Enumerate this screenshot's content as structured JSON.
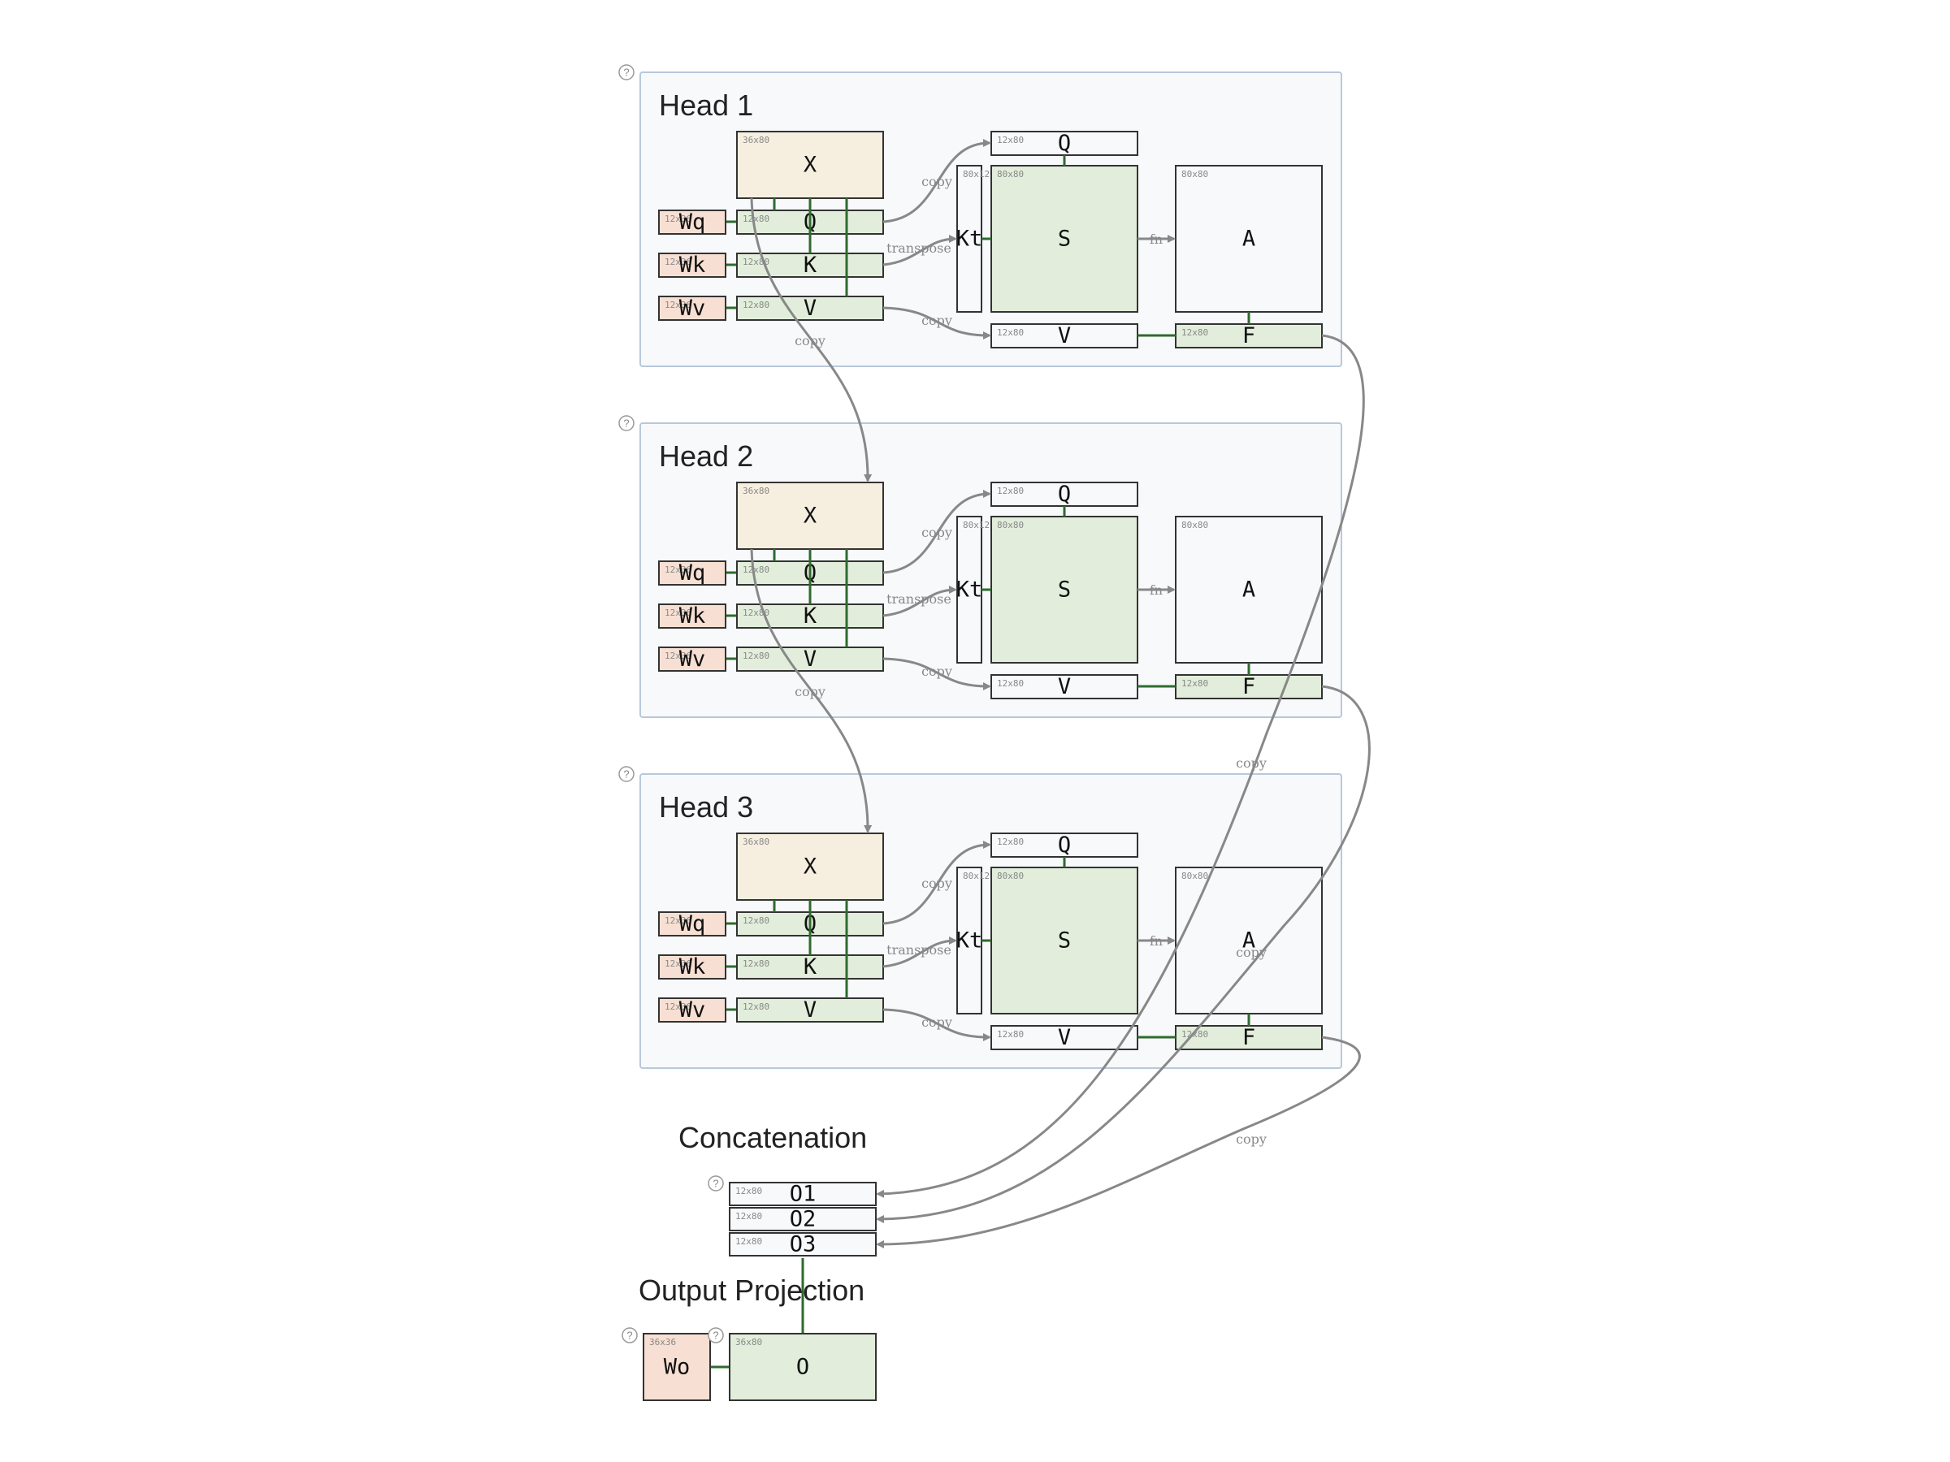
{
  "heads": [
    {
      "title": "Head 1",
      "help": "?"
    },
    {
      "title": "Head 2",
      "help": "?"
    },
    {
      "title": "Head 3",
      "help": "?"
    }
  ],
  "matrices": {
    "X": {
      "name": "X",
      "dim": "36x80"
    },
    "Wq": {
      "name": "Wq",
      "dim": "12x36"
    },
    "Wk": {
      "name": "Wk",
      "dim": "12x36"
    },
    "Wv": {
      "name": "Wv",
      "dim": "12x36"
    },
    "Q": {
      "name": "Q",
      "dim": "12x80"
    },
    "K": {
      "name": "K",
      "dim": "12x80"
    },
    "V": {
      "name": "V",
      "dim": "12x80"
    },
    "Qc": {
      "name": "Q",
      "dim": "12x80"
    },
    "Kt": {
      "name": "Kt",
      "dim": "80x12"
    },
    "S": {
      "name": "S",
      "dim": "80x80"
    },
    "A": {
      "name": "A",
      "dim": "80x80"
    },
    "Vc": {
      "name": "V",
      "dim": "12x80"
    },
    "F": {
      "name": "F",
      "dim": "12x80"
    }
  },
  "edge_labels": {
    "copy": "copy",
    "transpose": "transpose",
    "fn": "fn"
  },
  "concat": {
    "title": "Concatenation",
    "help": "?",
    "rows": [
      {
        "name": "O1",
        "dim": "12x80"
      },
      {
        "name": "O2",
        "dim": "12x80"
      },
      {
        "name": "O3",
        "dim": "12x80"
      }
    ]
  },
  "output": {
    "title": "Output Projection",
    "Wo": {
      "name": "Wo",
      "dim": "36x36",
      "help": "?"
    },
    "O": {
      "name": "O",
      "dim": "36x80",
      "help": "?"
    }
  }
}
